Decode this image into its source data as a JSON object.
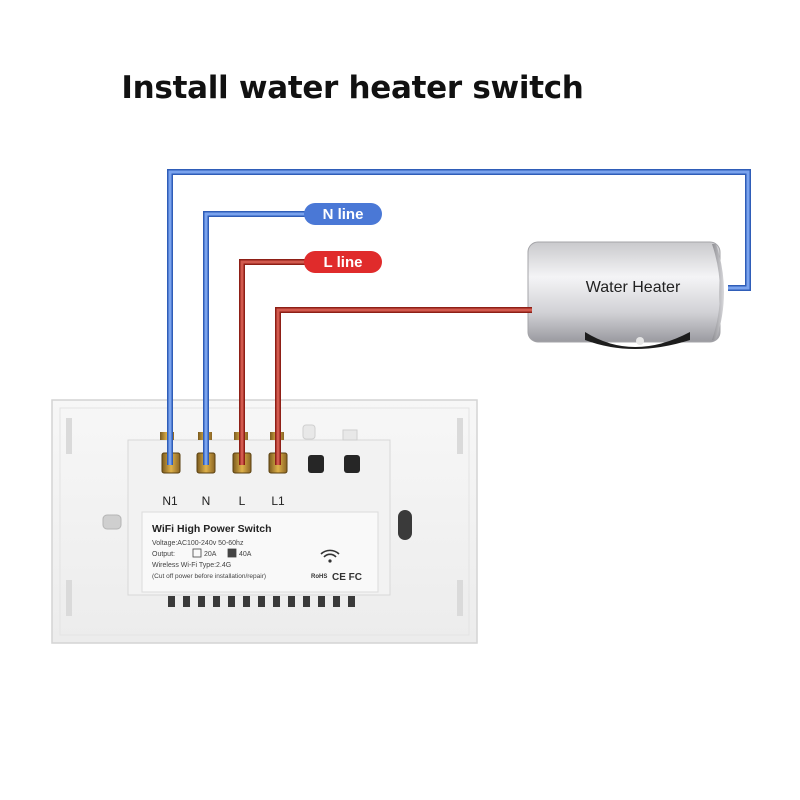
{
  "title": "Install water heater switch",
  "labels": {
    "n_line": "N line",
    "l_line": "L line",
    "water_heater": "Water Heater"
  },
  "terminals": [
    "N1",
    "N",
    "L",
    "L1"
  ],
  "label_panel": {
    "heading": "WiFi High Power Switch",
    "voltage": "Voltage:AC100-240v 50-60hz",
    "output_prefix": "Output:",
    "output_20a": "20A",
    "output_40a": "40A",
    "wifi_type": "Wireless Wi-Fi Type:2.4G",
    "caution": "(Cut off power before installation/repair)",
    "cert_marks": "CE FC",
    "rohs": "RoHS"
  },
  "colors": {
    "n_wire": "#5b8be0",
    "l_wire": "#c0392b",
    "n_badge": "#4a78d6",
    "l_badge": "#e02b2b"
  }
}
